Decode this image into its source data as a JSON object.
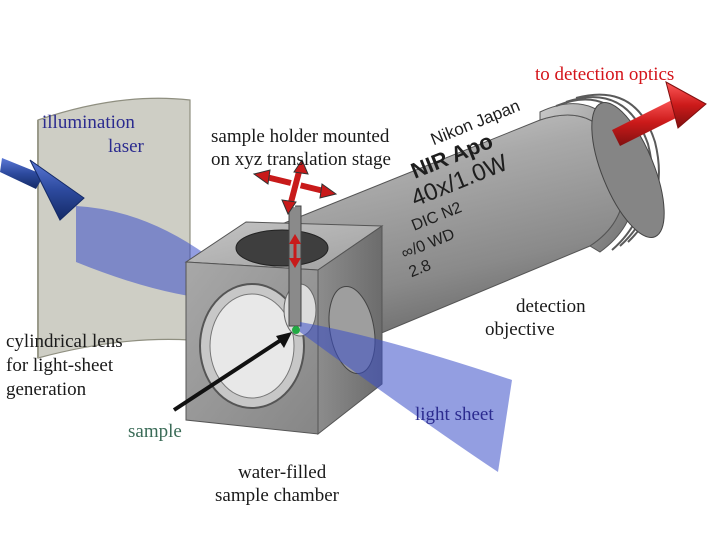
{
  "labels": {
    "to_detection_optics": "to detection optics",
    "illumination_laser_1": "illumination",
    "illumination_laser_2": "laser",
    "sample_holder_1": "sample holder mounted",
    "sample_holder_2": "on xyz translation stage",
    "detection_objective_1": "detection",
    "detection_objective_2": "objective",
    "cylindrical_lens_1": "cylindrical lens",
    "cylindrical_lens_2": "for light-sheet",
    "cylindrical_lens_3": "generation",
    "light_sheet": "light sheet",
    "sample": "sample",
    "chamber_1": "water-filled",
    "chamber_2": "sample chamber"
  },
  "objective_engraving": {
    "line1": "Nikon Japan",
    "line2": "NIR Apo",
    "line3": "40x/1.0W",
    "line4": "DIC N2",
    "line5": "∞/0  WD",
    "line6": "2.8"
  },
  "colors": {
    "illumination_arrow": "#2d4a9e",
    "detection_arrow": "#cc1a1a",
    "light_sheet": "#3a4fc8",
    "sample_dot": "#22aa44",
    "objective_body": "#9a9a9a"
  },
  "icons": {
    "translation_stage": "xyz-cross-arrows-icon"
  }
}
